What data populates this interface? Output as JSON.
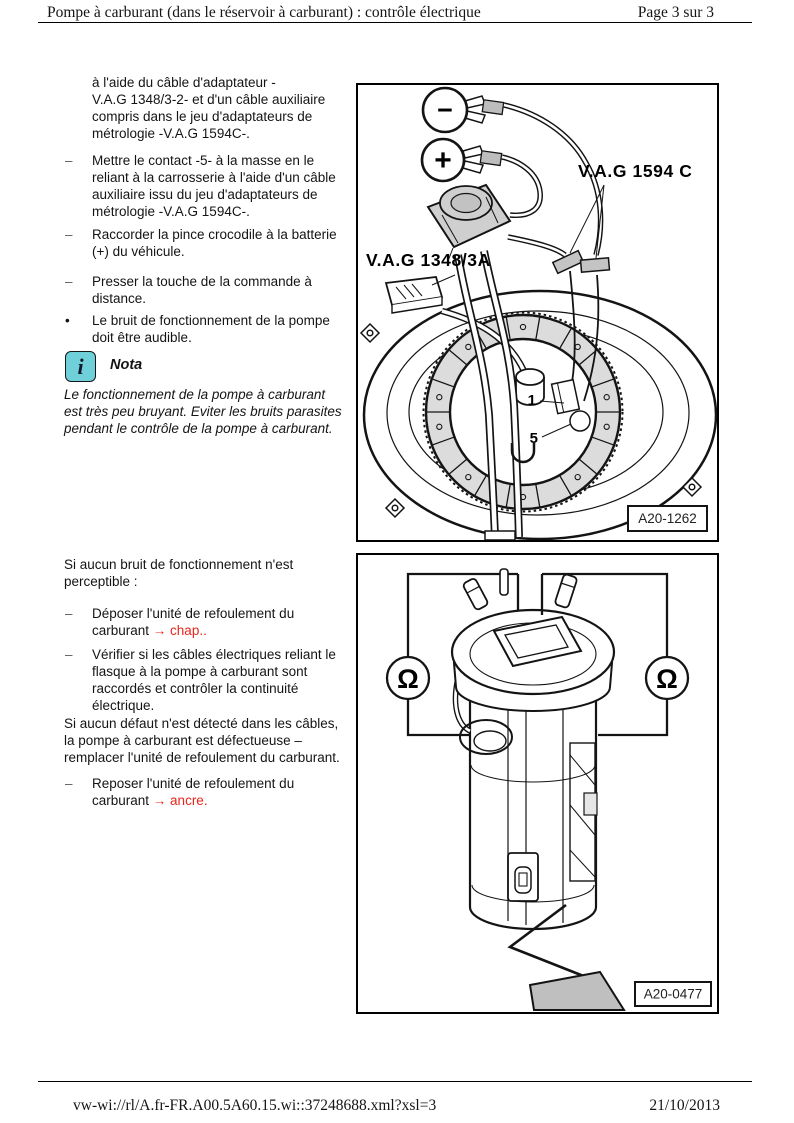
{
  "header": {
    "title": "Pompe à carburant (dans le réservoir à carburant) : contrôle électrique",
    "page_info": "Page 3 sur 3"
  },
  "footer": {
    "uri": "vw-wi://rl/A.fr-FR.A00.5A60.15.wi::37248688.xml?xsl=3",
    "date": "21/10/2013"
  },
  "colors": {
    "accent_red": "#e8251c",
    "note_icon_bg": "#6fd0da"
  },
  "sections": {
    "procedure": {
      "continuation": "à l'aide du câble d'adaptateur -\nV.A.G 1348/3-2- et d'un câble auxiliaire\ncompris dans le jeu d'adaptateurs de\nmétrologie -V.A.G 1594C-.",
      "steps": [
        {
          "marker": "–",
          "text": "Mettre le contact -5- à la masse en le\nreliant à la carrosserie à l'aide d'un câble\nauxiliaire issu du jeu d'adaptateurs de\nmétrologie -V.A.G 1594C-."
        },
        {
          "marker": "–",
          "text": "Raccorder la pince crocodile à la batterie\n(+) du véhicule."
        },
        {
          "marker": "–",
          "text": "Presser la touche de la commande à\ndistance."
        },
        {
          "marker": "•",
          "text": "Le bruit de fonctionnement de la pompe\ndoit être audible."
        }
      ],
      "note": {
        "icon": "i",
        "label": "Nota",
        "text": "Le fonctionnement de la pompe à carburant\nest très peu bruyant. Eviter les bruits parasites\npendant le contrôle de la pompe à carburant."
      }
    },
    "diagnosis": {
      "intro": "Si aucun bruit de fonctionnement n'est\nperceptible :",
      "steps": [
        {
          "marker": "–",
          "text": "Déposer l'unité de refoulement du\ncarburant ",
          "ref": "→ chap.."
        },
        {
          "marker": "–",
          "text": "Vérifier si les câbles électriques reliant le\nflasque à la pompe à carburant sont\nraccordés et contrôler la continuité\nélectrique."
        }
      ],
      "conclusion": "Si aucun défaut n'est détecté dans les câbles,\nla pompe à carburant est défectueuse –\nremplacer l'unité de refoulement du carburant.",
      "final_steps": [
        {
          "marker": "–",
          "text": "Reposer l'unité de refoulement du\ncarburant ",
          "ref": "→ ancre."
        }
      ]
    }
  },
  "figures": {
    "fig1": {
      "code": "A20-1262",
      "cable_set_label": "V.A.G 1594 C",
      "remote_label": "V.A.G 1348/3A",
      "minus": "−",
      "plus": "+",
      "pin1": "1",
      "pin5": "5"
    },
    "fig2": {
      "code": "A20-0477",
      "ohm": "Ω"
    }
  }
}
